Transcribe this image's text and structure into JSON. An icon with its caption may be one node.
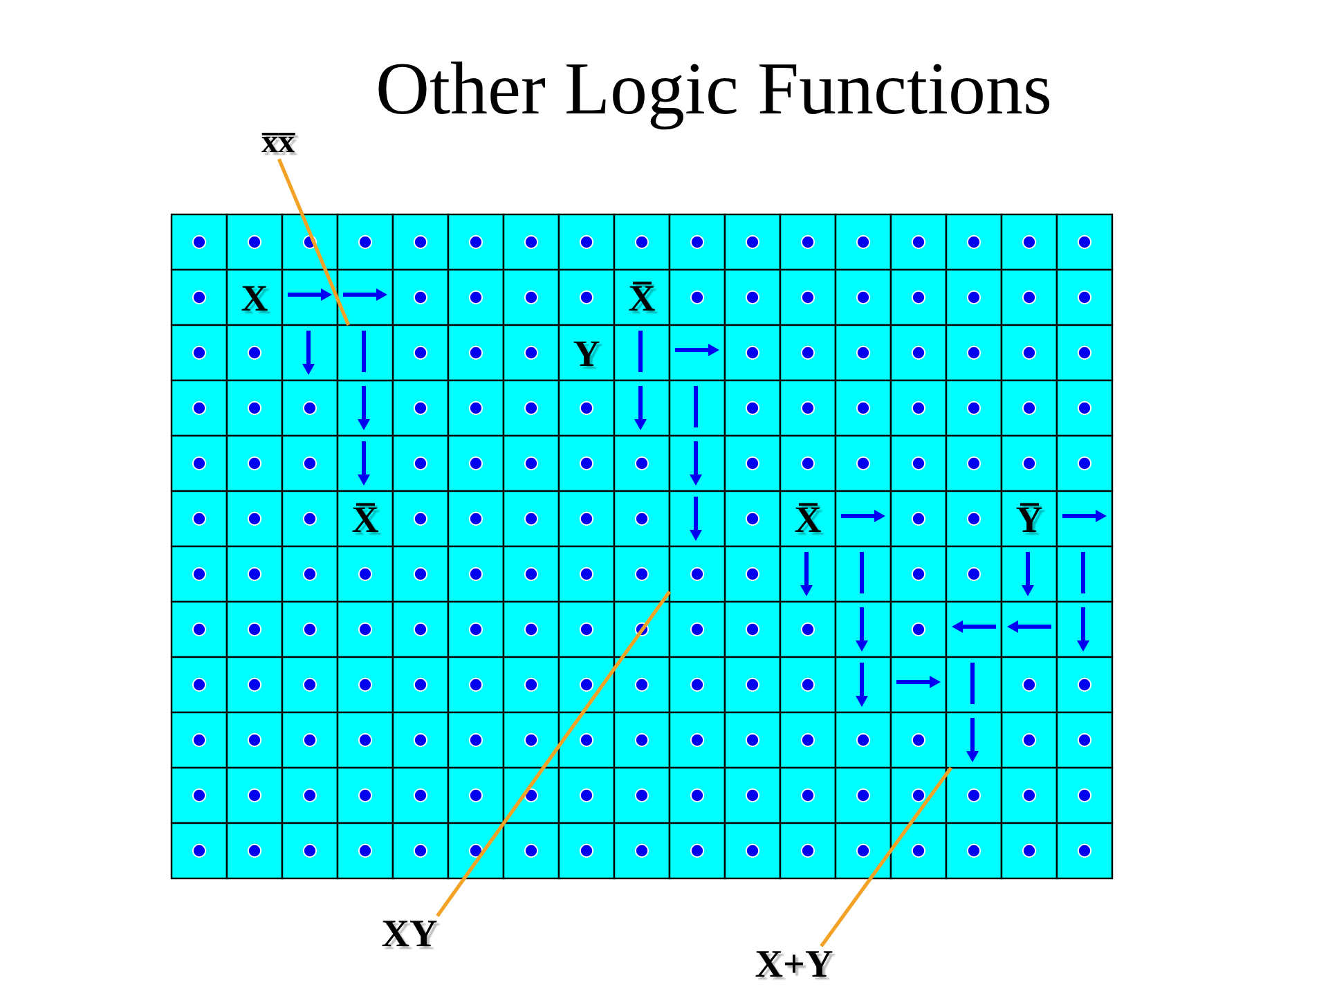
{
  "diagram": {
    "title": "Other Logic Functions",
    "nodes": [
      {
        "text": [
          "x̅x̅"
        ]
      },
      {
        "text": [],
        "shape": "box"
      },
      {
        "text": [],
        "shape": "box"
      },
      {
        "text": [],
        "shape": "box"
      },
      {
        "text": [
          "XY"
        ]
      },
      {
        "text": [
          "X+Y"
        ]
      }
    ],
    "edges": [
      {
        "from": 0,
        "to": 1,
        "arrow": "none"
      },
      {
        "from": 4,
        "to": 2,
        "arrow": "none"
      },
      {
        "from": 5,
        "to": 3,
        "arrow": "none"
      }
    ],
    "labels": [
      "X",
      "X̅",
      "Y",
      "X̅",
      "X̅",
      "Y̅"
    ]
  }
}
